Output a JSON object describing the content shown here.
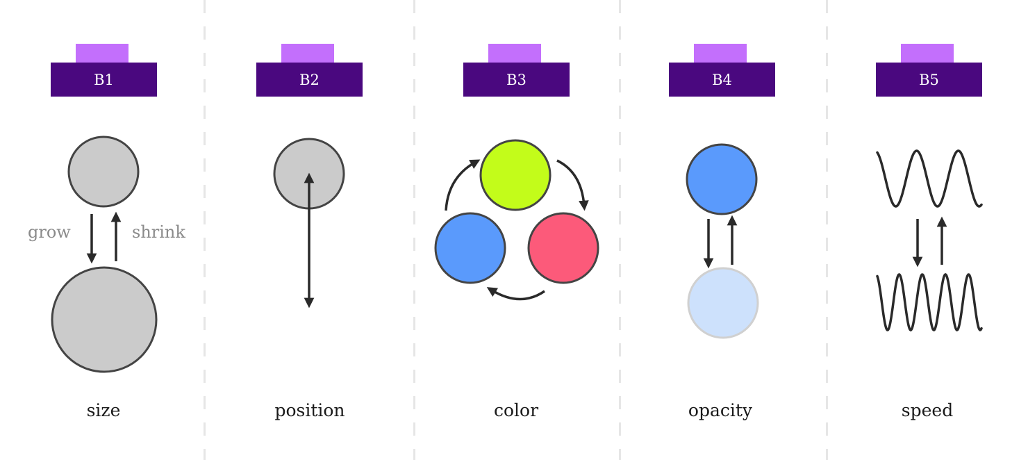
{
  "colors": {
    "button_tab": "#c36ffc",
    "button_bar": "#4a087f",
    "button_text": "#ffffff",
    "circle_gray": "#cbcbcb",
    "circle_stroke": "#444444",
    "lime": "#c3fc1a",
    "blue": "#5a9afc",
    "pink": "#fc5a7a",
    "blue_faded": "#cde1fc",
    "arrow": "#2a2a2a",
    "divider": "#e6e6e6"
  },
  "panels": [
    {
      "button": "B1",
      "label": "size",
      "annotations": {
        "down": "grow",
        "up": "shrink"
      }
    },
    {
      "button": "B2",
      "label": "position"
    },
    {
      "button": "B3",
      "label": "color"
    },
    {
      "button": "B4",
      "label": "opacity"
    },
    {
      "button": "B5",
      "label": "speed"
    }
  ],
  "icons": {
    "arrow_down": "arrow-down-icon",
    "arrow_up": "arrow-up-icon",
    "double_arrow": "double-arrow-icon",
    "cycle_arrow": "curved-arrow-icon",
    "wave": "sine-wave-icon"
  }
}
